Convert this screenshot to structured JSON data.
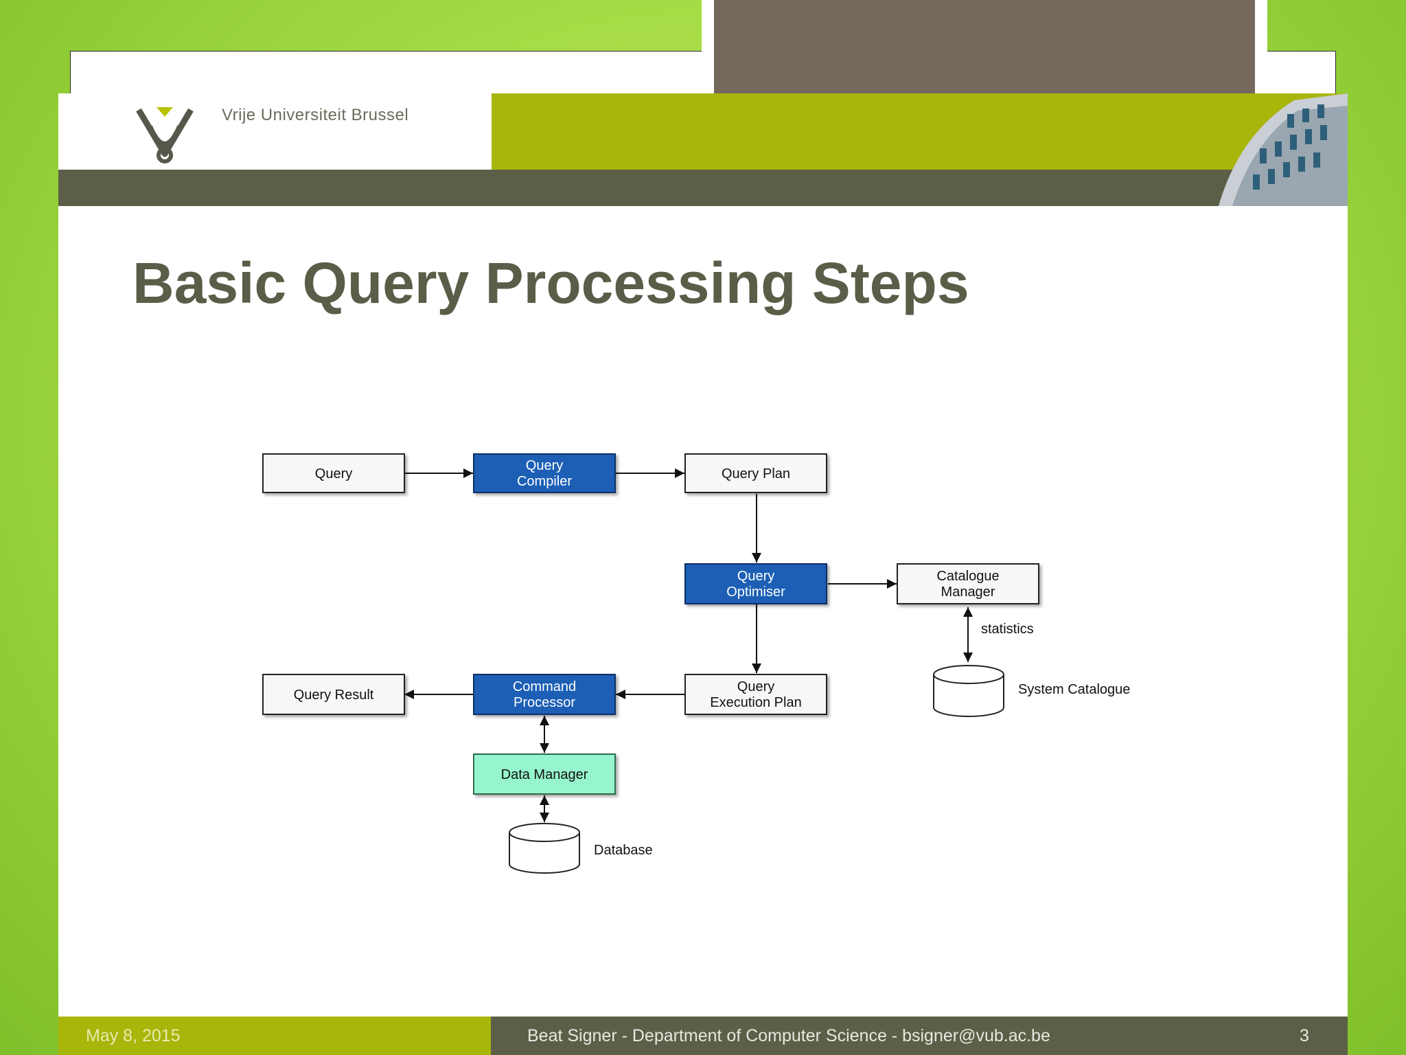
{
  "header": {
    "university_name": "Vrije Universiteit Brussel"
  },
  "slide": {
    "title": "Basic Query Processing Steps"
  },
  "diagram": {
    "nodes": {
      "query": "Query",
      "query_compiler": [
        "Query",
        "Compiler"
      ],
      "query_plan": "Query Plan",
      "query_optimiser": [
        "Query",
        "Optimiser"
      ],
      "catalogue_manager": [
        "Catalogue",
        "Manager"
      ],
      "query_execution_plan": [
        "Query",
        "Execution Plan"
      ],
      "command_processor": [
        "Command",
        "Processor"
      ],
      "query_result": "Query Result",
      "data_manager": "Data Manager",
      "database": "Database",
      "system_catalogue": "System Catalogue"
    },
    "edge_labels": {
      "statistics": "statistics"
    },
    "colors": {
      "processor_fill": "#1f5eb5",
      "data_manager_fill": "#96f5cc",
      "plain_fill": "#f7f7f9"
    }
  },
  "footer": {
    "date": "May 8, 2015",
    "credit": "Beat Signer - Department of Computer Science - bsigner@vub.ac.be",
    "page_number": "3"
  }
}
